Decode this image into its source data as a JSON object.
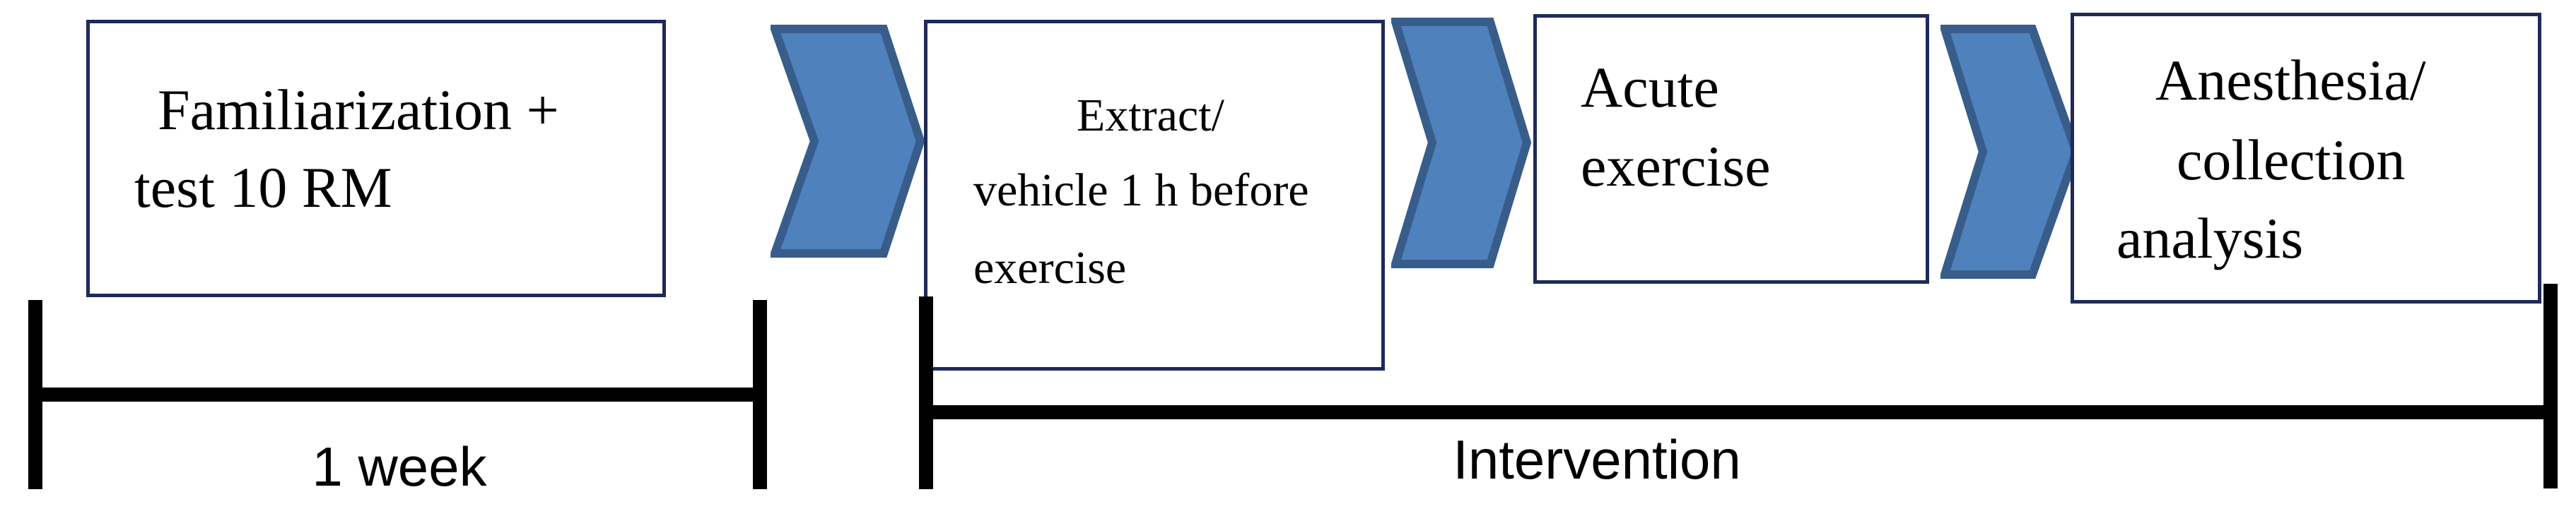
{
  "colors": {
    "box_border": "#1f2a5a",
    "chevron_fill": "#4f81bd",
    "chevron_stroke": "#385d8a",
    "timeline": "#000000"
  },
  "steps": [
    {
      "lines": [
        "Familiarization +",
        "test 10 RM"
      ]
    },
    {
      "lines": [
        "Extract/",
        "vehicle 1 h before",
        "exercise"
      ]
    },
    {
      "lines": [
        "Acute",
        "exercise"
      ]
    },
    {
      "lines": [
        "Anesthesia/",
        "collection",
        "analysis"
      ]
    }
  ],
  "timeline": {
    "week_label": "1 week",
    "intervention_label": "Intervention"
  }
}
